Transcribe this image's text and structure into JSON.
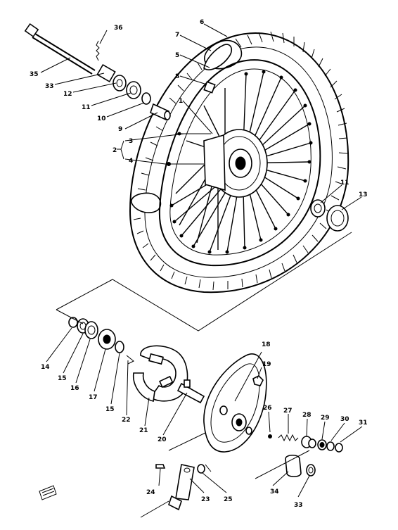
{
  "callouts": [
    {
      "id": "c36a",
      "text": "36"
    },
    {
      "id": "c6",
      "text": "6"
    },
    {
      "id": "c7",
      "text": "7"
    },
    {
      "id": "c5",
      "text": "5"
    },
    {
      "id": "c8",
      "text": "8"
    },
    {
      "id": "c35",
      "text": "35"
    },
    {
      "id": "c33",
      "text": "33"
    },
    {
      "id": "c12a",
      "text": "12"
    },
    {
      "id": "c11a",
      "text": "11"
    },
    {
      "id": "c10",
      "text": "10"
    },
    {
      "id": "c9",
      "text": "9"
    },
    {
      "id": "c1",
      "text": "1"
    },
    {
      "id": "c2",
      "text": "2"
    },
    {
      "id": "c3",
      "text": "3"
    },
    {
      "id": "c4",
      "text": "4"
    },
    {
      "id": "c11b",
      "text": "11"
    },
    {
      "id": "c13",
      "text": "13"
    },
    {
      "id": "c14",
      "text": "14"
    },
    {
      "id": "c15a",
      "text": "15"
    },
    {
      "id": "c16",
      "text": "16"
    },
    {
      "id": "c17",
      "text": "17"
    },
    {
      "id": "c15b",
      "text": "15"
    },
    {
      "id": "c22",
      "text": "22"
    },
    {
      "id": "c21",
      "text": "21"
    },
    {
      "id": "c20",
      "text": "20"
    },
    {
      "id": "c18",
      "text": "18"
    },
    {
      "id": "c19",
      "text": "19"
    },
    {
      "id": "c26",
      "text": "26"
    },
    {
      "id": "c27",
      "text": "27"
    },
    {
      "id": "c28",
      "text": "28"
    },
    {
      "id": "c29",
      "text": "29"
    },
    {
      "id": "c30",
      "text": "30"
    },
    {
      "id": "c31",
      "text": "31"
    },
    {
      "id": "c24a",
      "text": "24"
    },
    {
      "id": "c23",
      "text": "23"
    },
    {
      "id": "c25",
      "text": "25"
    },
    {
      "id": "c34",
      "text": "34"
    },
    {
      "id": "c33b",
      "text": "33"
    }
  ]
}
